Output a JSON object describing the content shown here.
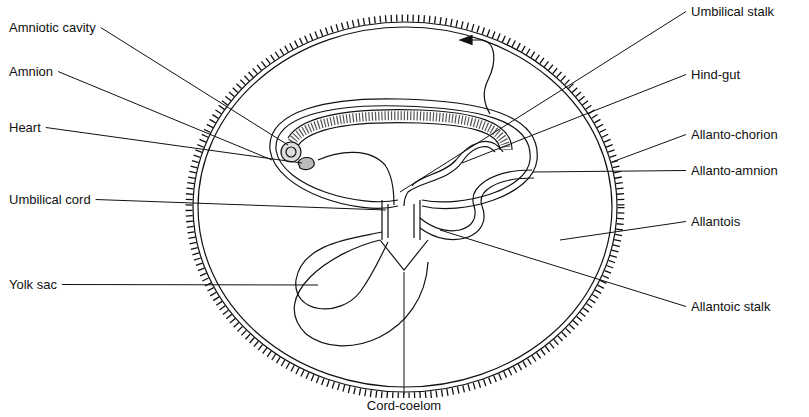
{
  "diagram": {
    "labels": [
      "Amniotic cavity",
      "Amnion",
      "Heart",
      "Umbilical cord",
      "Yolk sac",
      "Umbilical stalk",
      "Hind-gut",
      "Allanto-chorion",
      "Allanto-amnion",
      "Allantois",
      "Allantoic stalk",
      "Cord-coelom"
    ]
  }
}
